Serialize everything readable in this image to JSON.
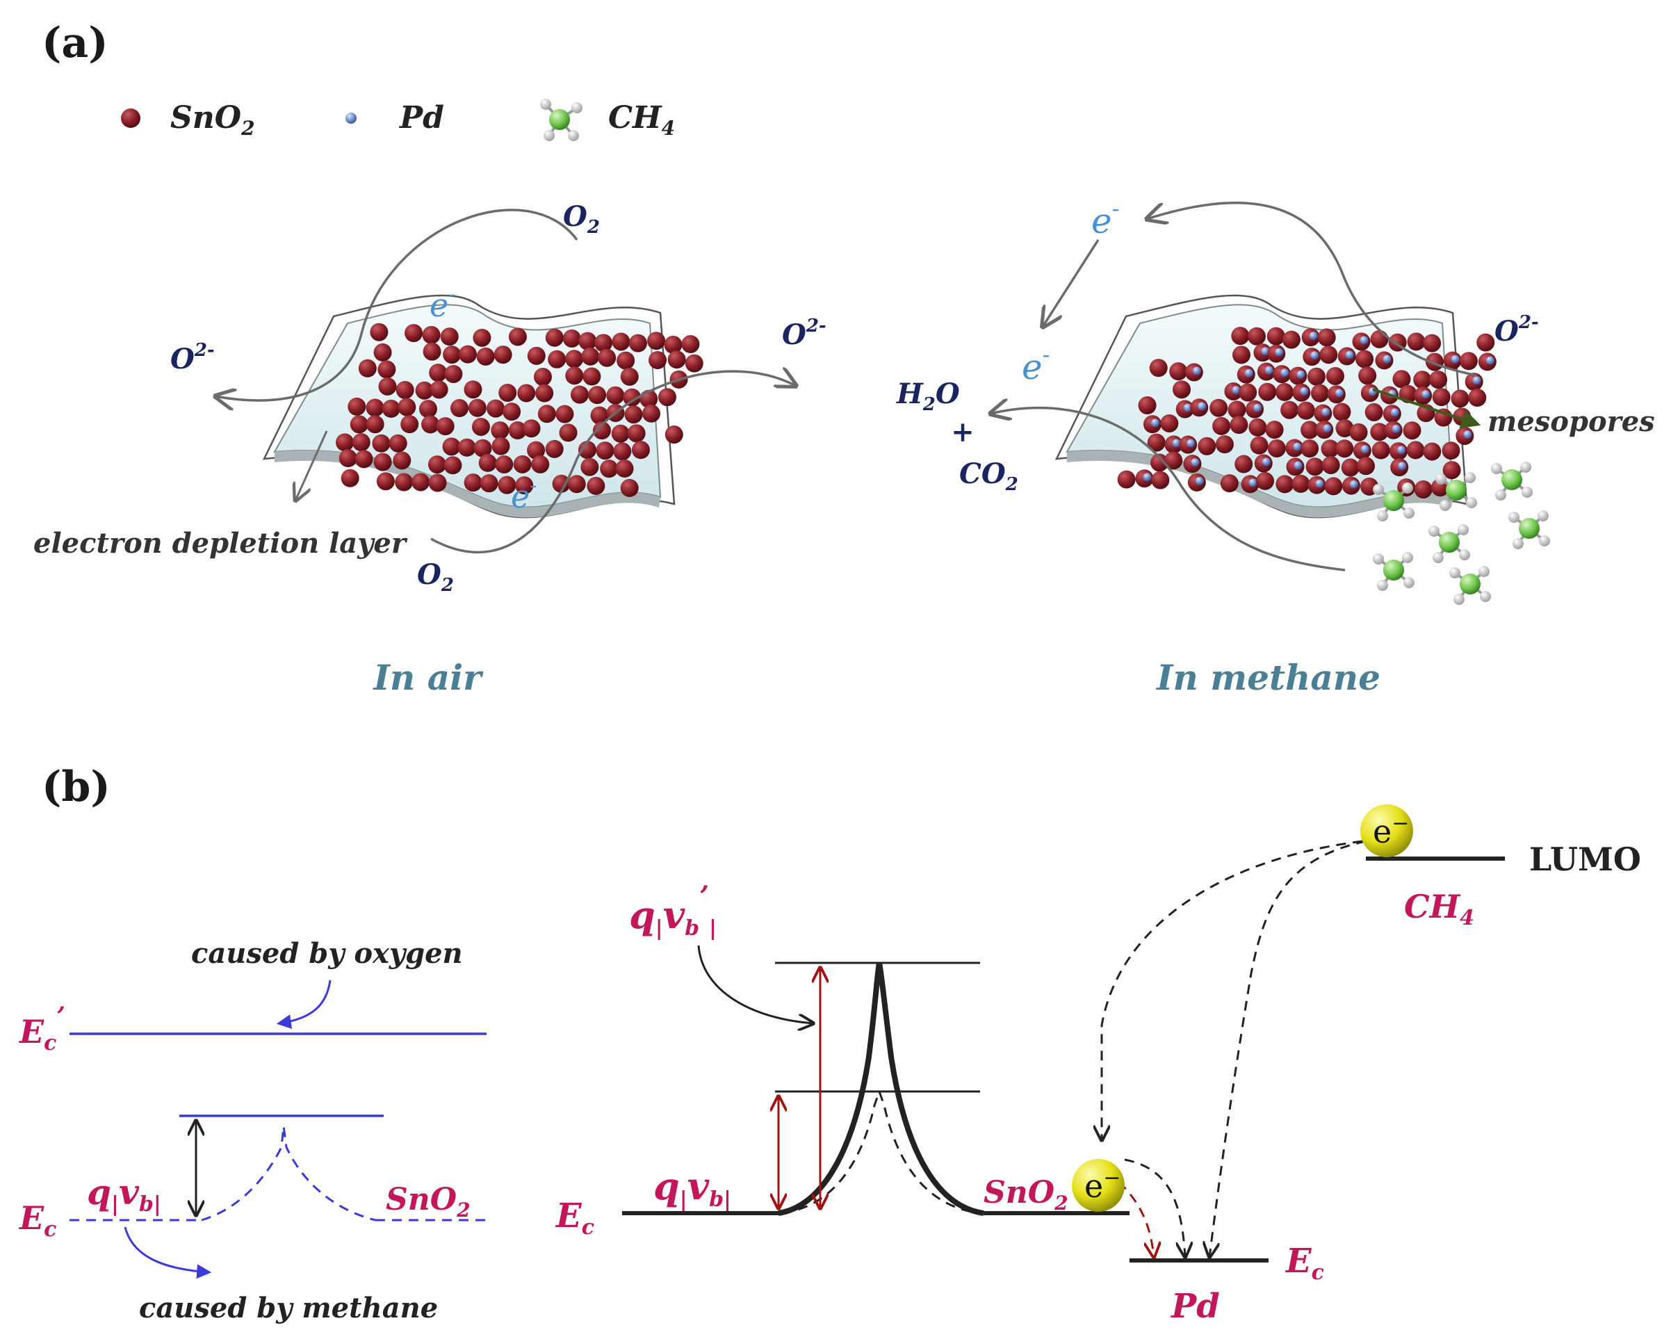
{
  "panel_a": {
    "label": "(a)",
    "legend": {
      "sno2": "SnO",
      "sno2_sub": "2",
      "pd": "Pd",
      "ch4": "CH",
      "ch4_sub": "4"
    },
    "left": {
      "o2_top": "O",
      "o2_top_sub": "2",
      "o2_bottom": "O",
      "o2_bottom_sub": "2",
      "o2minus_left": "O",
      "o2minus_left_sup": "2-",
      "o2minus_right": "O",
      "o2minus_right_sup": "2-",
      "electron_top": "e",
      "electron_top_sup": "-",
      "electron_bottom": "e",
      "electron_bottom_sup": "-",
      "depletion_label": "electron depletion layer",
      "caption": "In air"
    },
    "right": {
      "electron_top": "e",
      "electron_top_sup": "-",
      "electron_mid": "e",
      "electron_mid_sup": "-",
      "o2minus": "O",
      "o2minus_sup": "2-",
      "h2o": "H",
      "h2o_sub": "2",
      "h2o_rest": "O",
      "plus": "+",
      "co2": "CO",
      "co2_sub": "2",
      "mesopores": "mesopores",
      "caption": "In methane"
    }
  },
  "panel_b": {
    "label": "(b)",
    "left": {
      "ec_prime": "E",
      "ec_prime_sub": "c",
      "ec_prime_sup": "’",
      "ec": "E",
      "ec_sub": "c",
      "qvb": "q",
      "qvb_sub": "|",
      "qvb_v": "v",
      "qvb_vsub": "b|",
      "sno2": "SnO",
      "sno2_sub": "2",
      "caused_oxygen": "caused by oxygen",
      "caused_methane": "caused by methane"
    },
    "right": {
      "qvb_prime": "q",
      "qvb_prime_sub": "|",
      "qvb_prime_v": "v",
      "qvb_prime_vsub": "b",
      "qvb_prime_sup": "’",
      "qvb_prime_end": "|",
      "qvb": "q",
      "qvb_sub": "|",
      "qvb_v": "v",
      "qvb_vsub": "b|",
      "ec": "E",
      "ec_sub": "c",
      "sno2": "SnO",
      "sno2_sub": "2",
      "electron": "e",
      "electron_sup": "−",
      "electron2": "e",
      "electron2_sup": "−",
      "lumo": "LUMO",
      "ch4": "CH",
      "ch4_sub": "4",
      "pd": "Pd",
      "pd_ec": "E",
      "pd_ec_sub": "c"
    }
  },
  "colors": {
    "sno2": "#7a1a1f",
    "pd": "#6a86c8",
    "navy": "#1a2560",
    "electron": "#4a90d0",
    "caption": "#4a7f95",
    "magenta": "#c2185b",
    "blue_line": "#3a3ad8",
    "dark_red": "#a11212",
    "yellow": "#e6e019"
  }
}
